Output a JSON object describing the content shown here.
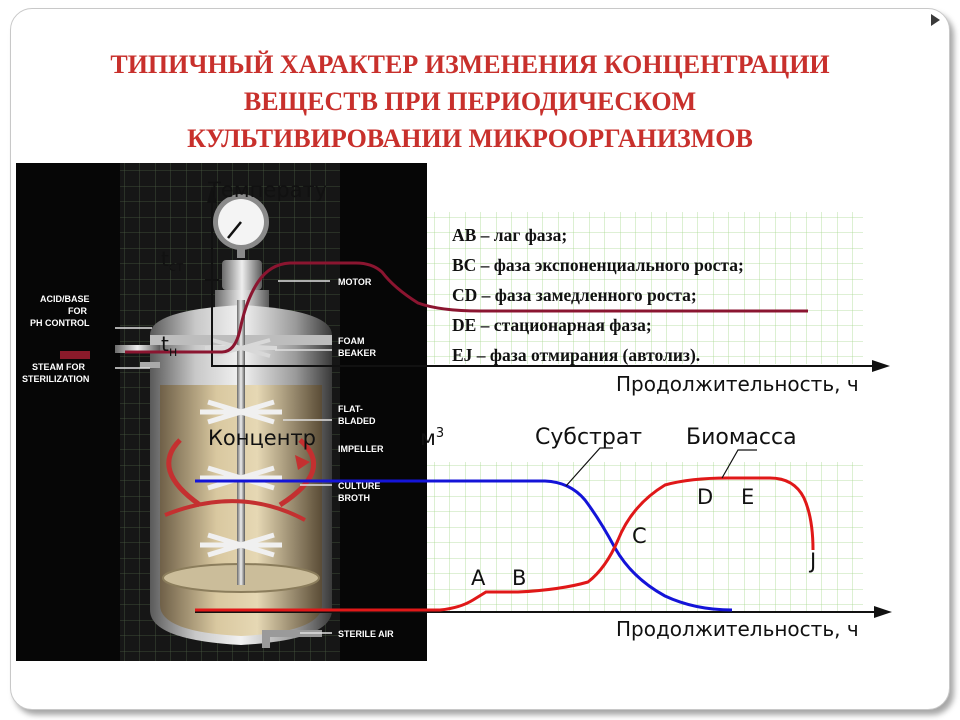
{
  "title_lines": [
    "ТИПИЧНЫЙ ХАРАКТЕР ИЗМЕНЕНИЯ КОНЦЕНТРАЦИИ",
    "ВЕЩЕСТВ ПРИ ПЕРИОДИЧЕСКОМ",
    "КУЛЬТИВИРОВАНИИ МИКРООРГАНИЗМОВ"
  ],
  "legend": [
    "АВ – лаг фаза;",
    "ВС – фаза экспоненциального роста;",
    "CD – фаза замедленного роста;",
    "DE – стационарная фаза;",
    "EJ – фаза отмирания (автолиз)."
  ],
  "top_chart": {
    "ylabel": "Температу",
    "tick_top_main": "t",
    "tick_top_sub": "ст",
    "tick_bottom_main": "t",
    "tick_bottom_sub": "н",
    "xlabel": "Продолжительность, ч"
  },
  "bottom_chart": {
    "ylabel_prefix": "Концентр",
    "ylabel_suffix": "м",
    "ylabel_sup": "3",
    "substrate_label": "Субстрат",
    "biomass_label": "Биомасса",
    "point_a": "A",
    "point_b": "B",
    "point_c": "C",
    "point_d": "D",
    "point_e": "E",
    "point_j": "J",
    "xlabel": "Продолжительность, ч"
  },
  "photo_labels": {
    "motor": "MOTOR",
    "foam_1": "FOAM",
    "foam_2": "BEAKER",
    "acid_1": "ACID/BASE",
    "acid_2": "FOR",
    "acid_3": "PH CONTROL",
    "steam_1": "STEAM FOR",
    "steam_2": "STERILIZATION",
    "flat_1": "FLAT-",
    "flat_2": "BLADED",
    "flat_3": "IMPELLER",
    "culture_1": "CULTURE",
    "culture_2": "BROTH",
    "sterile_air": "STERILE AIR"
  },
  "colors": {
    "title": "#c8302c",
    "temperature_curve": "#8b1530",
    "substrate_curve": "#1414d8",
    "biomass_curve": "#e01818",
    "grid": "#a8d890"
  }
}
